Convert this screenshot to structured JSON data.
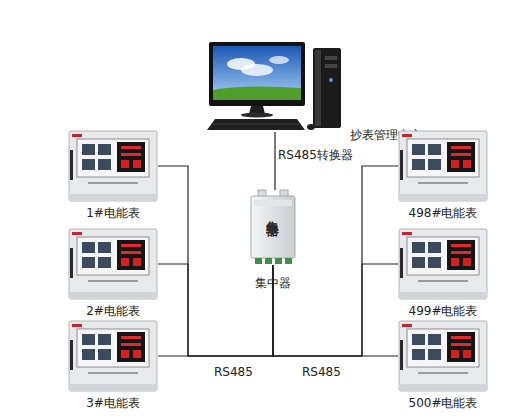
{
  "diagram": {
    "nodes": [
      {
        "text": [
          "抄表管理中心"
        ]
      },
      {
        "text": [
          "1#电能表"
        ]
      },
      {
        "text": [
          "498#电能表"
        ]
      },
      {
        "text": [
          "集中器",
          "集中器"
        ]
      },
      {
        "text": [
          "2#电能表"
        ]
      },
      {
        "text": [
          "499#电能表"
        ]
      },
      {
        "text": [
          "3#电能表"
        ]
      },
      {
        "text": [
          "500#电能表"
        ]
      }
    ],
    "edges": [
      {
        "from": 0,
        "to": 3,
        "label": "RS485转换器",
        "arrow": "none"
      },
      {
        "from": 3,
        "to": 1,
        "arrow": "none"
      },
      {
        "from": 3,
        "to": 4,
        "arrow": "none"
      },
      {
        "from": 3,
        "to": 6,
        "label": "RS485",
        "arrow": "none"
      },
      {
        "from": 3,
        "to": 2,
        "arrow": "none"
      },
      {
        "from": 3,
        "to": 5,
        "arrow": "none"
      },
      {
        "from": 3,
        "to": 7,
        "label": "RS485",
        "arrow": "none"
      }
    ]
  }
}
